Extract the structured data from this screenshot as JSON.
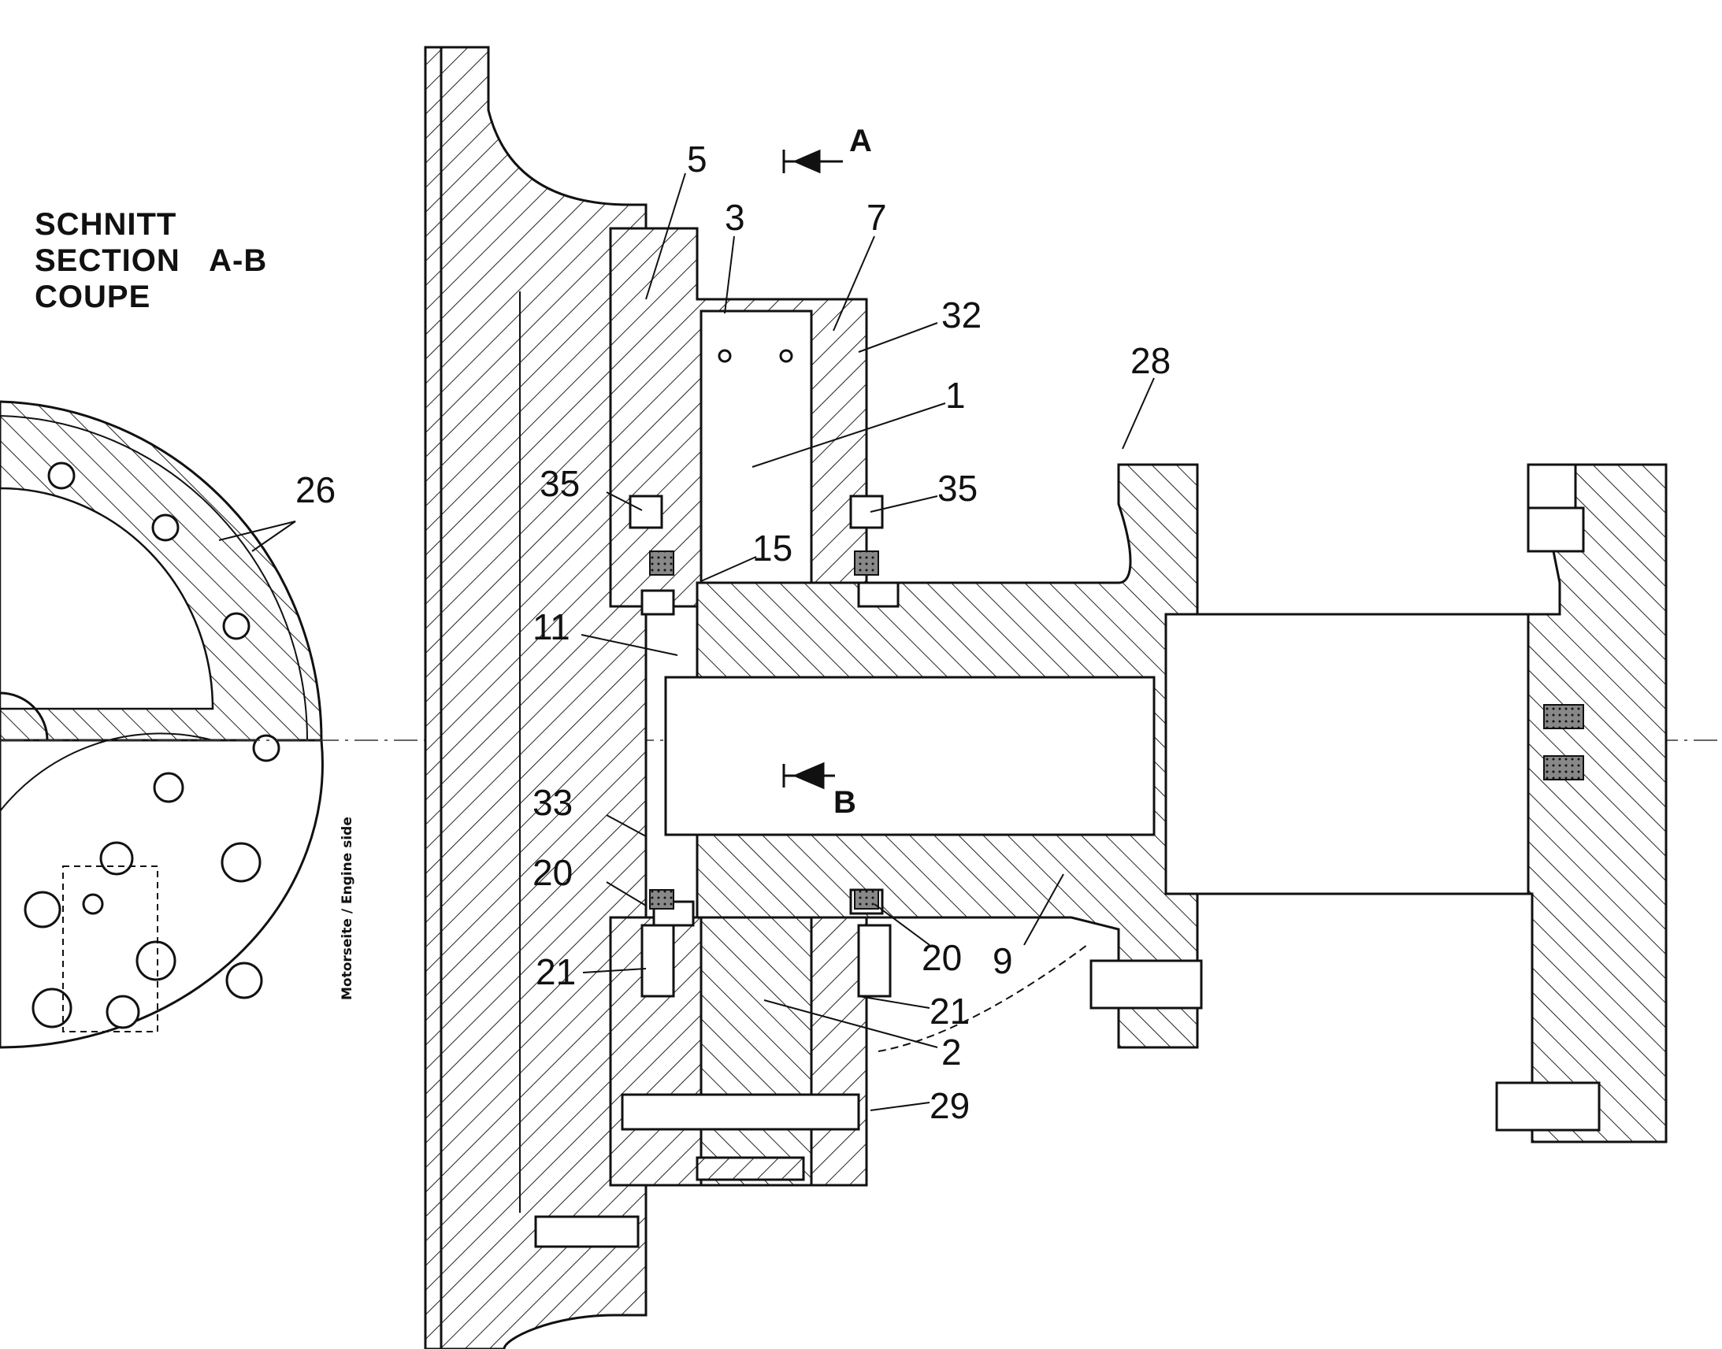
{
  "section_title": {
    "line1": "SCHNITT",
    "line2": "SECTION",
    "line3": "COUPE",
    "section_id": "A-B"
  },
  "section_markers": {
    "a": "A",
    "b": "B"
  },
  "side_label": "Motorseite / Engine side",
  "part_numbers": [
    "1",
    "2",
    "3",
    "5",
    "7",
    "9",
    "11",
    "15",
    "20",
    "20",
    "21",
    "21",
    "26",
    "28",
    "29",
    "32",
    "33",
    "35",
    "35"
  ]
}
